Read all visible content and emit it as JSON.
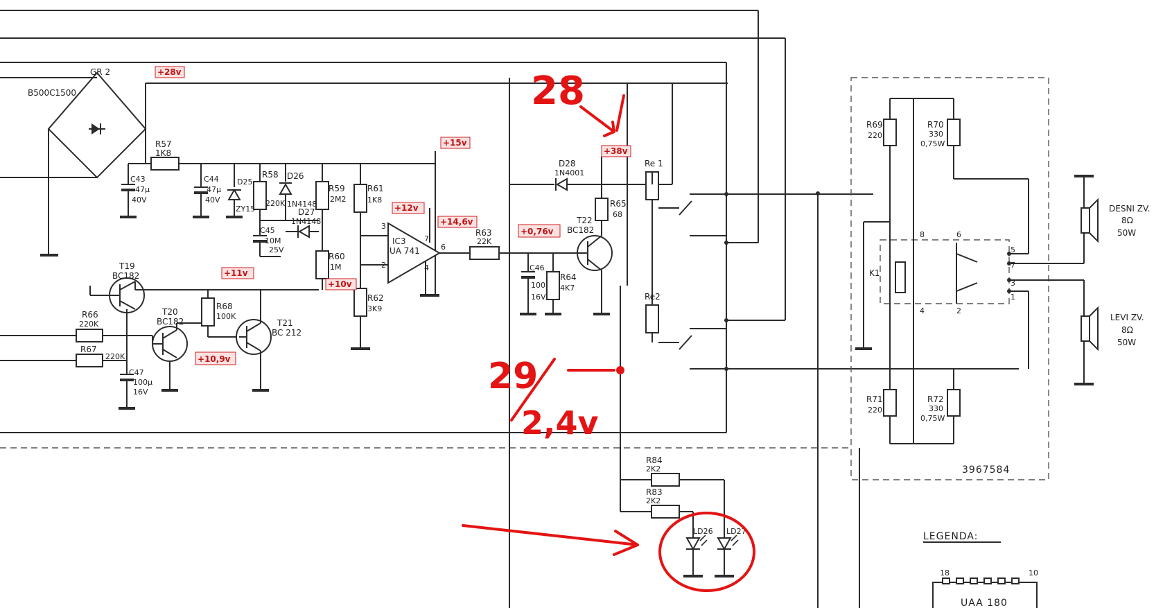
{
  "components": {
    "gr2": "GR 2",
    "b500": "B500C1500",
    "r57": "R57",
    "r57_val": "1K8",
    "c43": "C43",
    "c43_cap": "47µ",
    "c43_v": "40V",
    "c44": "C44",
    "c44_cap": "47µ",
    "c44_v": "40V",
    "d25": "D25",
    "zy15": "ZY15",
    "r58": "R58",
    "r58_val": "220K",
    "d26": "D26",
    "d26_part": "1N4148",
    "d27": "D27",
    "d27_part": "1N4148",
    "c45": "C45",
    "c45_cap": "10M",
    "c45_v": "25V",
    "r59": "R59",
    "r59_val": "2M2",
    "r61": "R61",
    "r61_val": "1K8",
    "r60": "R60",
    "r60_val": "1M",
    "r62": "R62",
    "r62_val": "3K9",
    "ic3": "IC3",
    "ic3_part": "UA 741",
    "pin3": "3",
    "pin2": "2",
    "pin7": "7",
    "pin6": "6",
    "pin4": "4",
    "r63": "R63",
    "r63_val": "22K",
    "d28": "D28",
    "d28_part": "1N4001",
    "r65": "R65",
    "r65_val": "68",
    "t22": "T22",
    "t22_part": "BC182",
    "c46": "C46",
    "c46_cap": "100µ",
    "c46_v": "16V",
    "r64": "R64",
    "r64_val": "4K7",
    "re1": "Re 1",
    "re2": "Re2",
    "t19": "T19",
    "t19_part": "BC182",
    "t20": "T20",
    "t20_part": "BC182",
    "t21": "T21",
    "t21_part": "BC 212",
    "r66": "R66",
    "r66_val": "220K",
    "r67": "R67",
    "r67_val": "220K",
    "r68": "R68",
    "r68_val": "100K",
    "c47": "C47",
    "c47_cap": "100µ",
    "c47_v": "16V",
    "r84": "R84",
    "r84_val": "2K2",
    "r83": "R83",
    "r83_val": "2K2",
    "ld26": "LD26",
    "ld27": "LD27",
    "r69": "R69",
    "r69_val": "220",
    "r70": "R70",
    "r70_val": "330",
    "r70_w": "0,75W",
    "r71": "R71",
    "r71_val": "220",
    "r72": "R72",
    "r72_val": "330",
    "r72_w": "0,75W",
    "k1": "K1",
    "k1_p8": "8",
    "k1_p6": "6",
    "k1_p5": "5",
    "k1_p7": "7",
    "k1_p3": "3",
    "k1_p1": "1",
    "k1_p4": "4",
    "k1_p2": "2",
    "board_no": "3967584",
    "desni": "DESNI ZV.",
    "desni_ohm": "8Ω",
    "desni_w": "50W",
    "levi": "LEVI ZV.",
    "levi_ohm": "8Ω",
    "levi_w": "50W",
    "legenda": "LEGENDA:",
    "ic_pin18": "18",
    "ic_pin10": "10",
    "uaa180": "UAA 180"
  },
  "voltages": {
    "v28": "+28v",
    "v15": "+15v",
    "v12": "+12v",
    "v146": "+14,6v",
    "v38": "+38v",
    "v076": "+0,76v",
    "v11": "+11v",
    "v10": "+10v",
    "v109": "+10,9v"
  },
  "handwritten": {
    "top_note": "28",
    "mid_note_a": "29",
    "mid_note_b": "2,4v"
  },
  "colors": {
    "ink": "#2b2b2b",
    "annotation_red": "#e41414",
    "voltage_label_bg": "#fbe2e2"
  }
}
